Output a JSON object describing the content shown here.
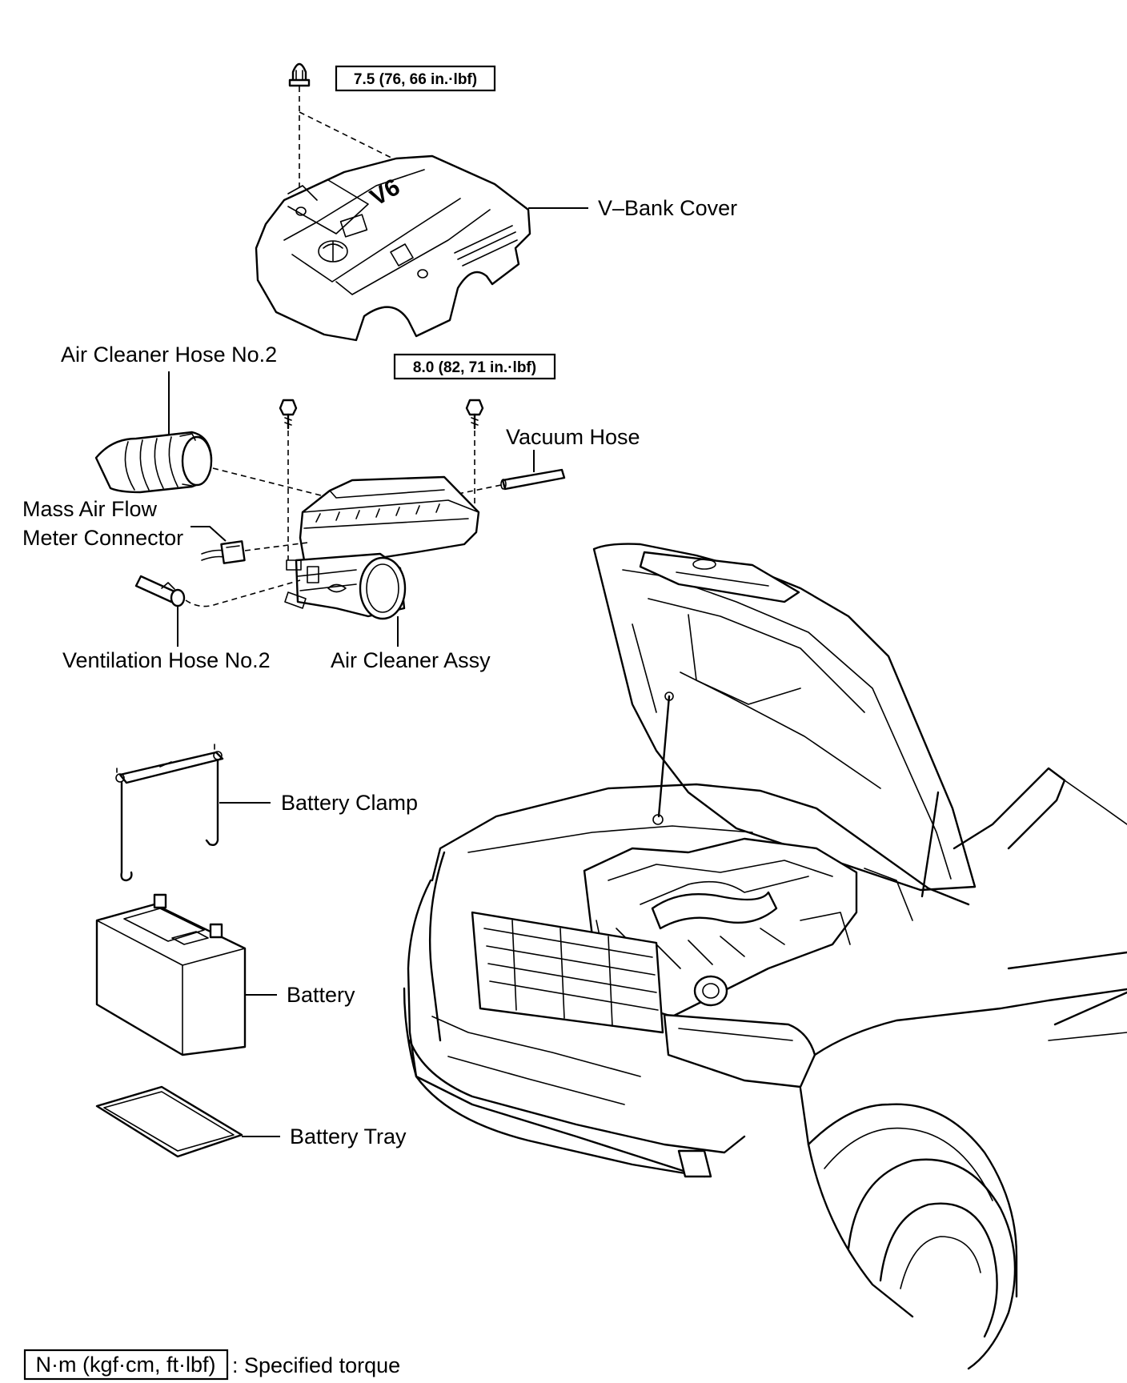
{
  "torque": {
    "vbank_nut": "7.5 (76, 66 in.·lbf)",
    "air_cleaner_bolt": "8.0 (82, 71 in.·lbf)"
  },
  "parts": {
    "vbank_cover": "V–Bank Cover",
    "air_cleaner_hose": "Air Cleaner Hose No.2",
    "vacuum_hose": "Vacuum Hose",
    "maf_line1": "Mass Air Flow",
    "maf_line2": "Meter Connector",
    "ventilation_hose": "Ventilation Hose No.2",
    "air_cleaner_assy": "Air Cleaner Assy",
    "battery_clamp": "Battery Clamp",
    "battery": "Battery",
    "battery_tray": "Battery Tray"
  },
  "cover_emblem": "V6",
  "legend": {
    "unit_box": "N·m (kgf·cm, ft·lbf)",
    "description": ": Specified torque"
  }
}
